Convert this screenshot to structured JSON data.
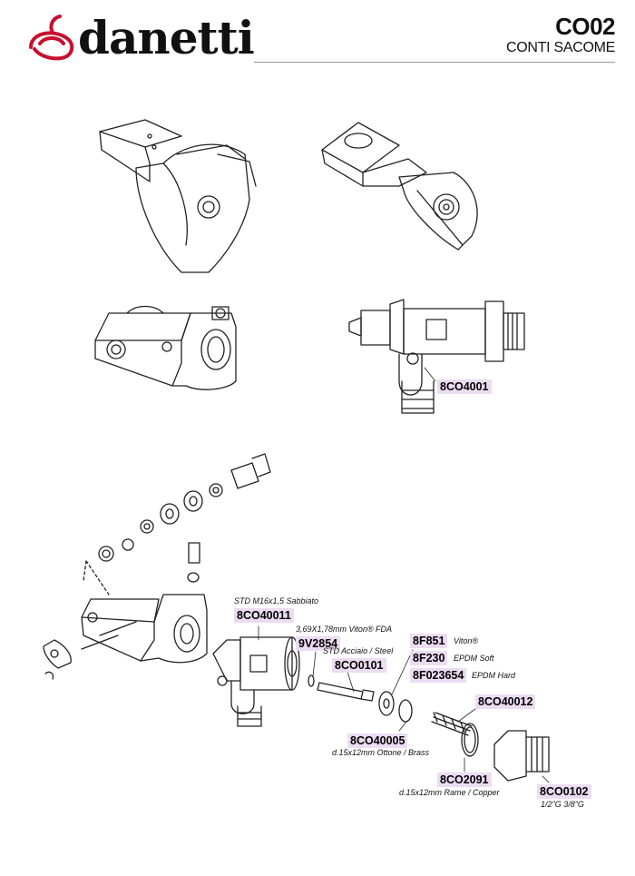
{
  "header": {
    "brand": "danetti",
    "code": "CO02",
    "subtitle": "CONTI SACOME"
  },
  "colors": {
    "brand_red": "#c8102e",
    "label_bg": "#ecdcf2"
  },
  "parts": [
    {
      "id": "p1",
      "code": "8CO4001"
    },
    {
      "id": "p2",
      "code": "8CO40011",
      "note_above": "STD M16x1,5 Sabbiato"
    },
    {
      "id": "p3",
      "code": "9V2854",
      "note_above": "3,69X1,78mm Viton® FDA"
    },
    {
      "id": "p4",
      "code": "8CO0101",
      "note_above": "STD Acciaio / Steel"
    },
    {
      "id": "p5",
      "code": "8F851",
      "note_right": "Viton®"
    },
    {
      "id": "p6",
      "code": "8F230",
      "note_right": "EPDM Soft"
    },
    {
      "id": "p7",
      "code": "8F023654",
      "note_right": "EPDM Hard"
    },
    {
      "id": "p8",
      "code": "8CO40012"
    },
    {
      "id": "p9",
      "code": "8CO40005",
      "note_below": "d.15x12mm  Ottone / Brass"
    },
    {
      "id": "p10",
      "code": "8CO2091",
      "note_below": "d.15x12mm Rame / Copper"
    },
    {
      "id": "p11",
      "code": "8CO0102",
      "note_below": "1/2\"G 3/8\"G"
    }
  ]
}
